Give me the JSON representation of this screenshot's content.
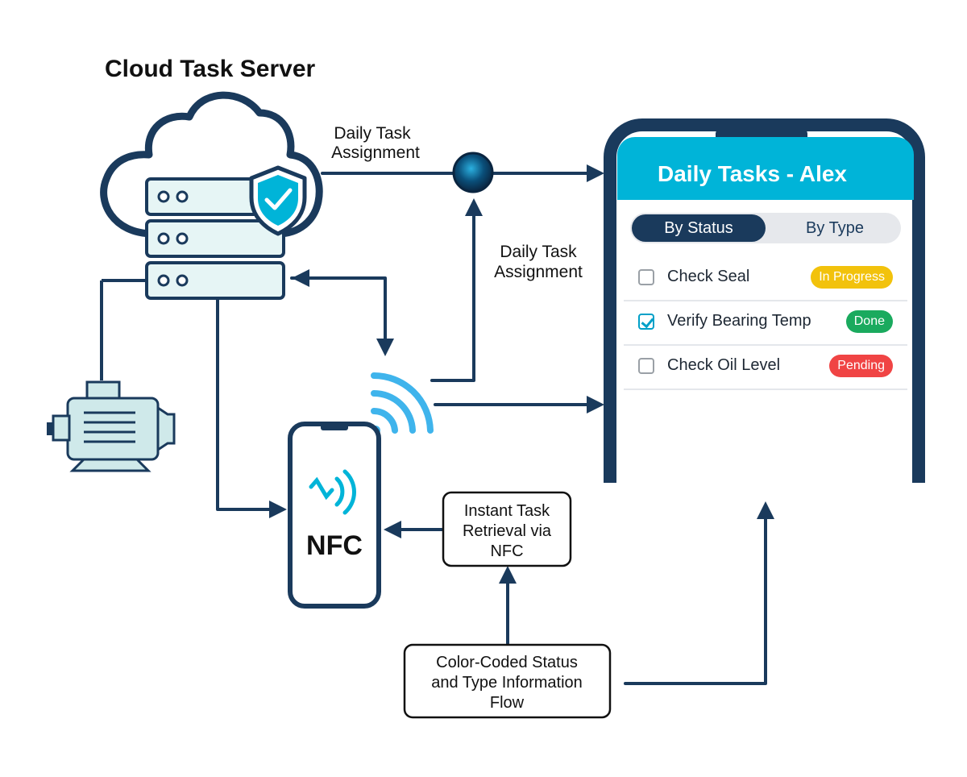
{
  "server": {
    "title": "Cloud Task Server"
  },
  "labels": {
    "assignment_top_line1": "Daily Task",
    "assignment_top_line2": "Assignment",
    "assignment_mid_line1": "Daily Task",
    "assignment_mid_line2": "Assignment",
    "nfc": "NFC",
    "retrieval_line1": "Instant Task",
    "retrieval_line2": "Retrieval via",
    "retrieval_line3": "NFC",
    "flow_line1": "Color-Coded Status",
    "flow_line2": "and Type Information",
    "flow_line3": "Flow"
  },
  "app": {
    "title": "Daily Tasks - Alex",
    "tabs": {
      "active": "By Status",
      "inactive": "By Type"
    },
    "tasks": [
      {
        "label": "Check Seal",
        "status": "In Progress",
        "checked": false,
        "color": "#f2c20c"
      },
      {
        "label": "Verify Bearing Temp",
        "status": "Done",
        "checked": true,
        "color": "#1aaa5e"
      },
      {
        "label": "Check Oil Level",
        "status": "Pending",
        "checked": false,
        "color": "#f04444"
      }
    ]
  },
  "colors": {
    "navy": "#1a3a5c",
    "cyan": "#00b4d8",
    "equipment": "#cfe9ea",
    "wifi": "#3fb4ec"
  }
}
